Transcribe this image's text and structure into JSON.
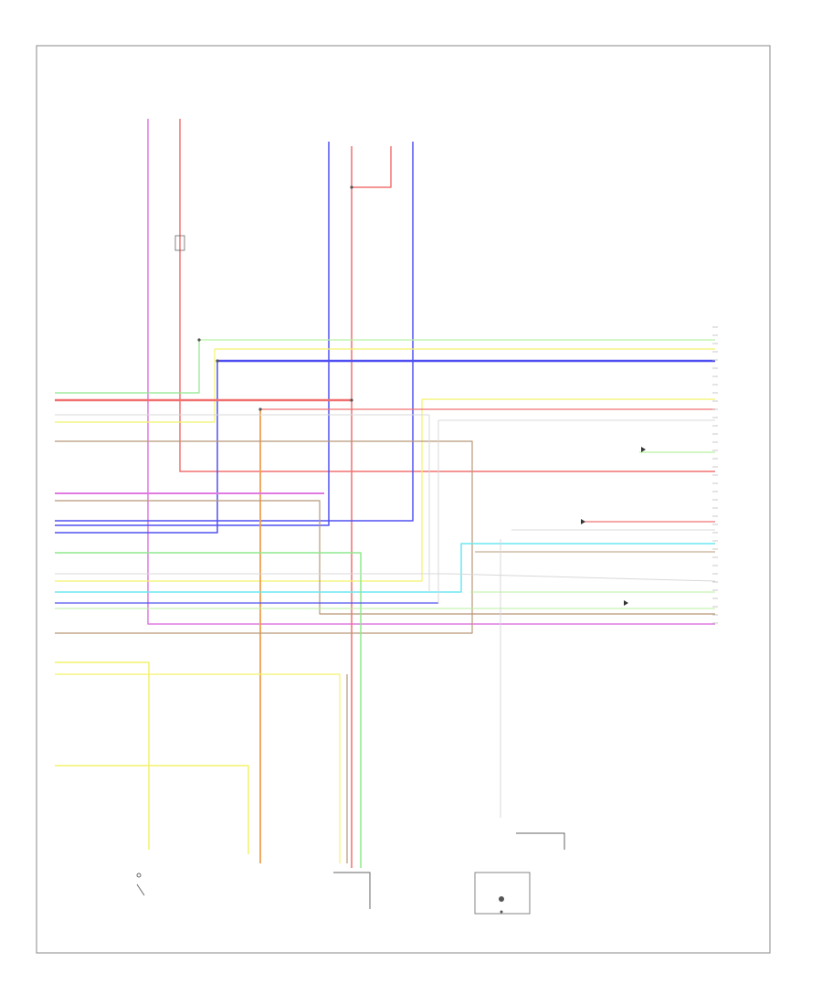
{
  "diagram": {
    "page_code": "",
    "colors": {
      "green": "#8ee88e",
      "red": "#f07070",
      "white": "#d8d8d8",
      "yellow": "#f2f26a",
      "blue": "#5050f0",
      "violet": "#e07ae0",
      "brown": "#b89878",
      "orange": "#f0a050",
      "cyan": "#6ae8f0",
      "light_green": "#b8f0a0",
      "border": "#888888",
      "symbol": "#666666"
    },
    "wire_colors": [
      "green",
      "red",
      "white",
      "yellow",
      "blue",
      "violet",
      "brown",
      "orange",
      "cyan",
      "light_green"
    ]
  }
}
